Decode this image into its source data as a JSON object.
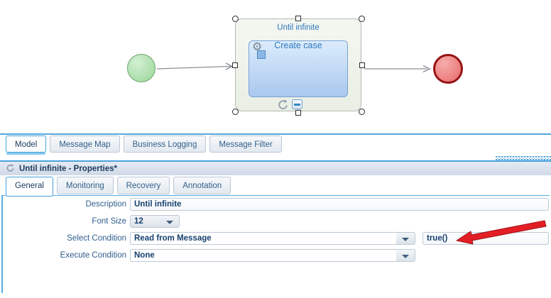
{
  "canvas": {
    "loop_group": {
      "title": "Until infinite",
      "activity_label": "Create case"
    },
    "annotation_expression": "true()"
  },
  "tabs": {
    "main": [
      {
        "label": "Model",
        "active": true
      },
      {
        "label": "Message Map",
        "active": false
      },
      {
        "label": "Business Logging",
        "active": false
      },
      {
        "label": "Message Filter",
        "active": false
      }
    ]
  },
  "properties": {
    "header_title": "Until infinite - Properties*",
    "sub_tabs": [
      {
        "label": "General",
        "active": true
      },
      {
        "label": "Monitoring",
        "active": false
      },
      {
        "label": "Recovery",
        "active": false
      },
      {
        "label": "Annotation",
        "active": false
      }
    ],
    "fields": {
      "description": {
        "label": "Description",
        "value": "Until infinite"
      },
      "font_size": {
        "label": "Font Size",
        "value": "12"
      },
      "select_condition": {
        "label": "Select Condition",
        "value": "Read from Message",
        "expression": "true()"
      },
      "execute_condition": {
        "label": "Execute Condition",
        "value": "None"
      }
    }
  },
  "colors": {
    "accent_blue": "#49a3de",
    "value_text": "#16406f",
    "label_text": "#2f5d8c",
    "start_event_green": "#9ad79a",
    "end_event_red": "#e96868",
    "activity_blue": "#bcd6f2",
    "annotation_arrow_red": "#e41e25"
  }
}
